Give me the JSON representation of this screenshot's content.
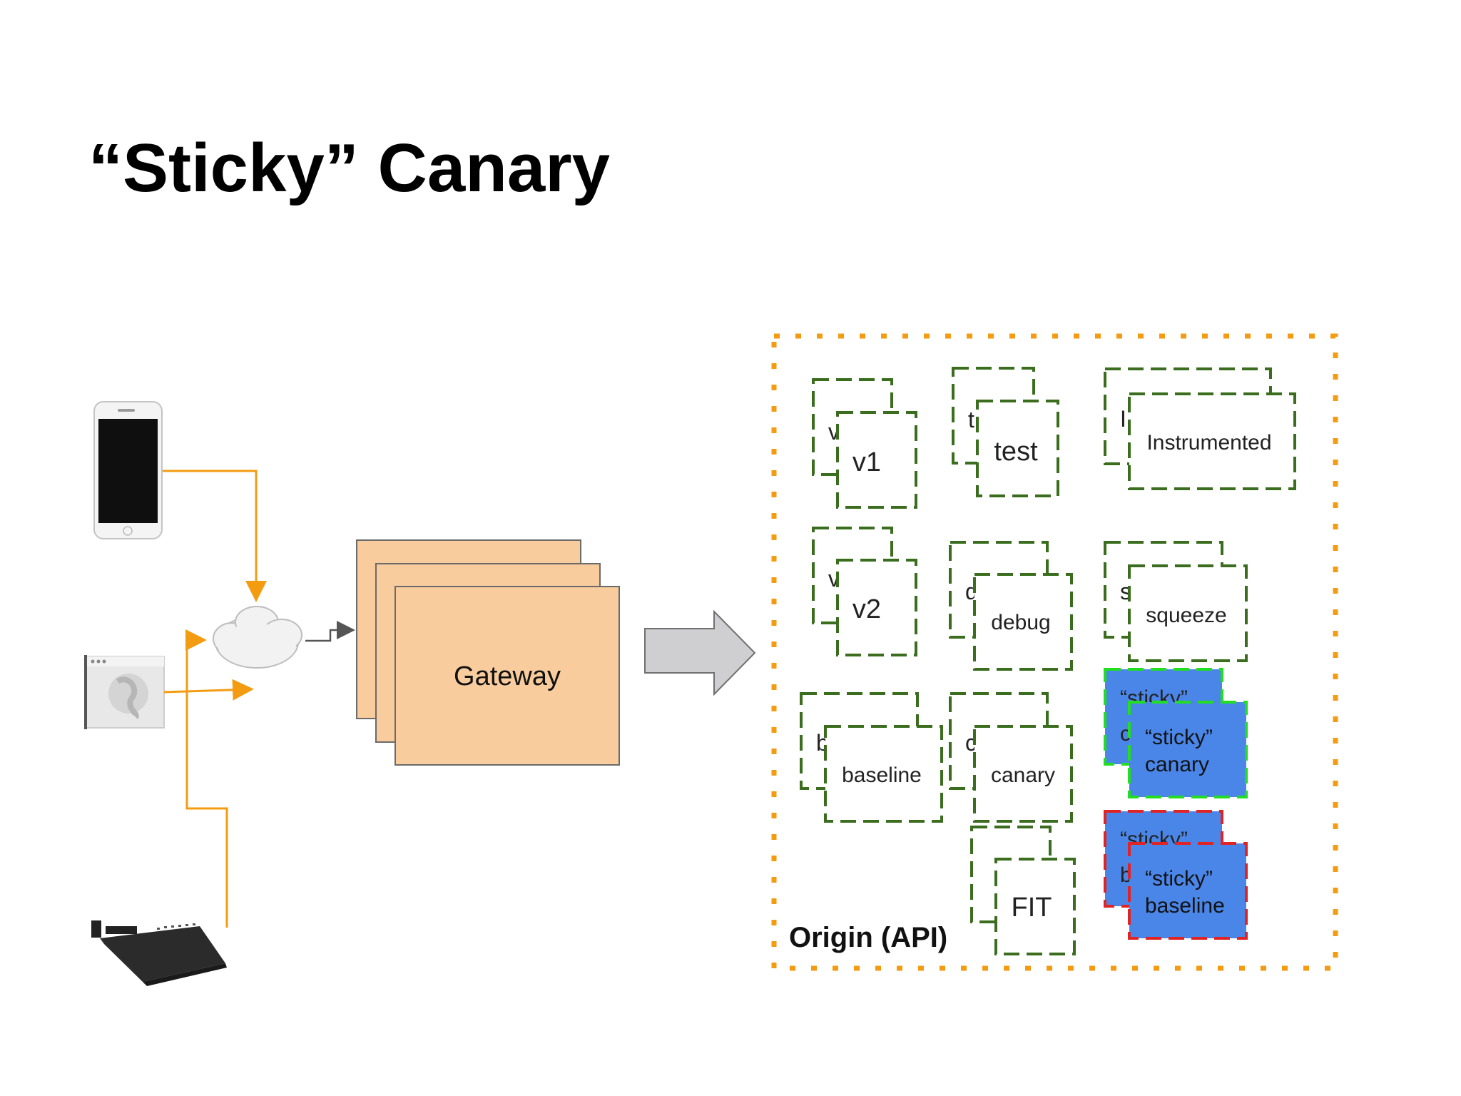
{
  "slide": {
    "title": "“Sticky” Canary"
  },
  "gateway": {
    "label": "Gateway"
  },
  "origin": {
    "label": "Origin  (API)"
  },
  "clusters": [
    {
      "back_stub": "v",
      "label": "v1"
    },
    {
      "back_stub": "t",
      "label": "test"
    },
    {
      "back_stub": "I",
      "label": "Instrumented"
    },
    {
      "back_stub": "v",
      "label": "v2"
    },
    {
      "back_stub": "d",
      "label": "debug"
    },
    {
      "back_stub": "s",
      "label": "squeeze"
    },
    {
      "back_stub": "b",
      "label": "baseline"
    },
    {
      "back_stub": "c",
      "label": "canary"
    },
    {
      "back_stub": "",
      "label": "FIT"
    }
  ],
  "sticky_clusters": [
    {
      "back_stub": "c",
      "line1": "“sticky”",
      "line2": "canary",
      "border_color": "#22dd22"
    },
    {
      "back_stub": "b",
      "line1": "“sticky”",
      "line2": "baseline",
      "border_color": "#e02424"
    }
  ],
  "colors": {
    "origin_border": "#f39c12",
    "cluster_border": "#3a6e1e",
    "gateway_fill": "#f8cc9c",
    "sticky_fill": "#4a86e8",
    "client_arrows": "#f39c12",
    "big_arrow": "#cfcfd1"
  },
  "icons": [
    "phone-icon",
    "browser-window-icon",
    "set-top-box-icon",
    "cloud-icon"
  ]
}
